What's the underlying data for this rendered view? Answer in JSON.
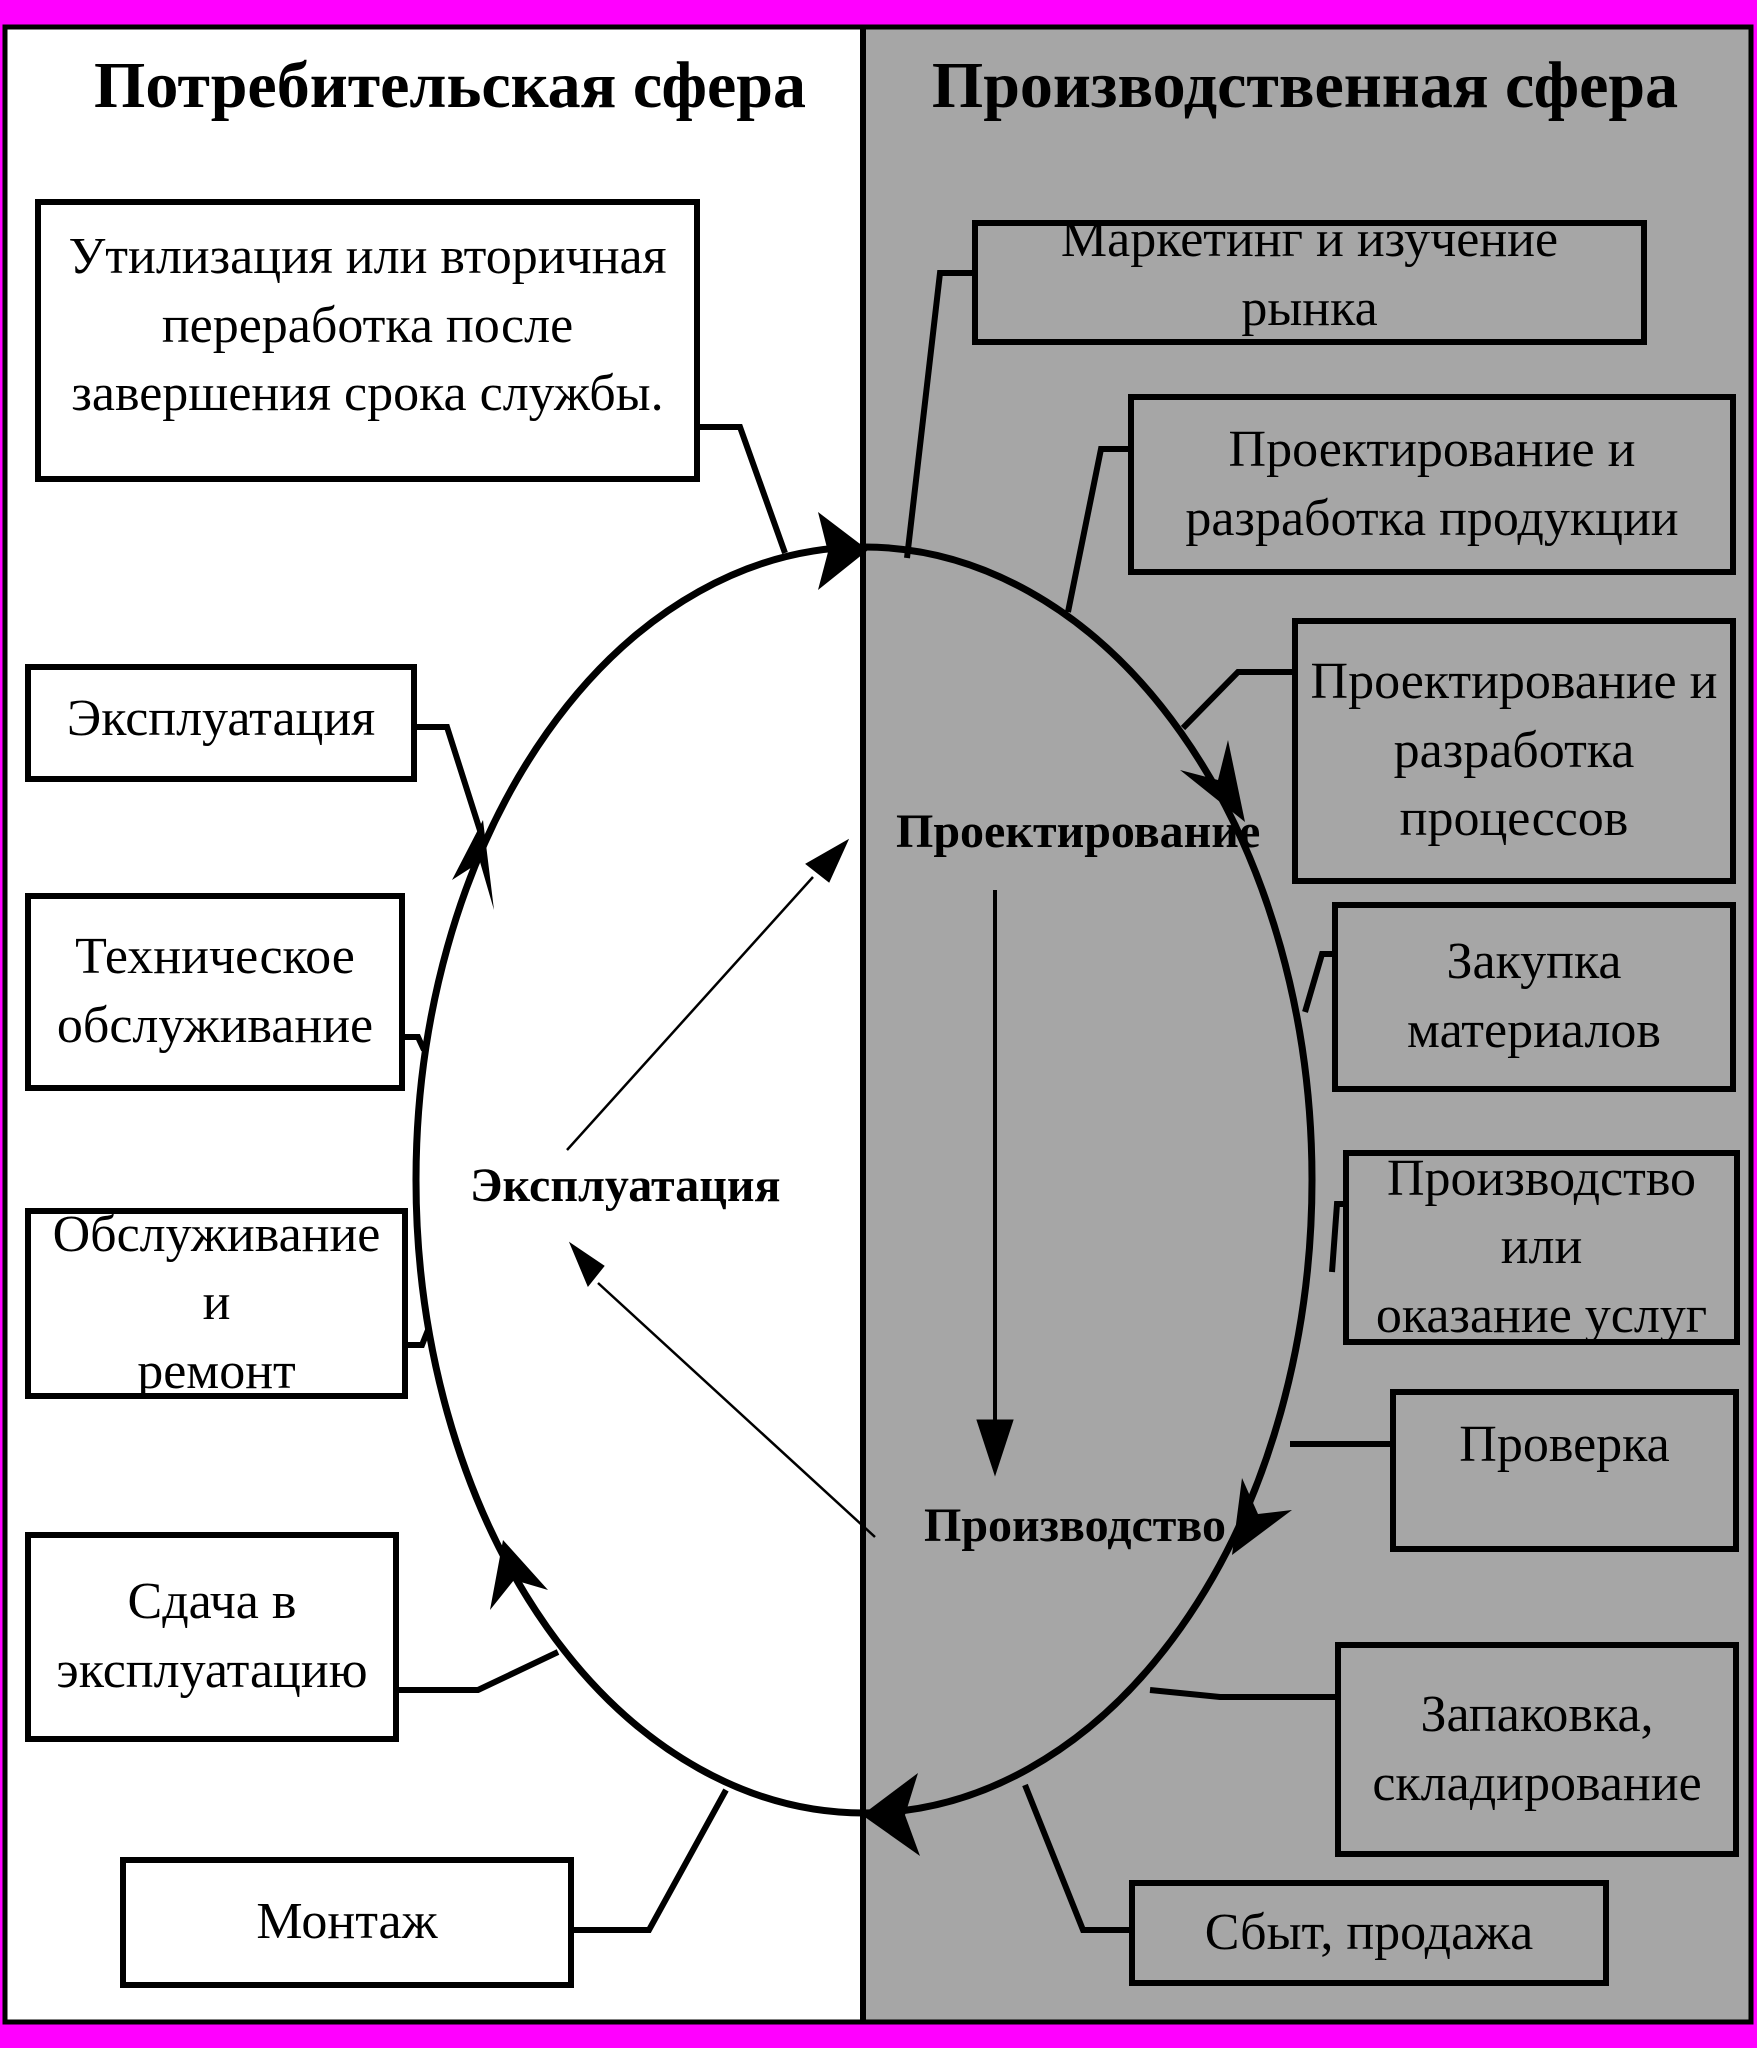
{
  "colors": {
    "frame": "#ff00ff",
    "consumer_bg": "#ffffff",
    "production_bg": "#a6a6a6",
    "line": "#000000"
  },
  "consumer": {
    "title": "Потребительская сфера",
    "recycling": "Утилизация или вторичная\nпереработка после\nзавершения срока службы.",
    "operation": "Эксплуатация",
    "maintenance": "Техническое\nобслуживание",
    "service_repair": "Обслуживание и\nремонт",
    "commissioning": "Сдача в\nэксплуатацию",
    "installation": "Монтаж"
  },
  "production": {
    "title": "Производственная сфера",
    "marketing": "Маркетинг и изучение рынка",
    "product_design": "Проектирование и\nразработка продукции",
    "process_design": "Проектирование и\nразработка\nпроцессов",
    "procurement": "Закупка\nматериалов",
    "manufacturing": "Производство или\nоказание услуг",
    "inspection": "Проверка",
    "packaging": "Запаковка,\nскладирование",
    "sales": "Сбыт, продажа"
  },
  "cycle": {
    "design": "Проектирование",
    "production": "Производство",
    "operation": "Эксплуатация"
  }
}
